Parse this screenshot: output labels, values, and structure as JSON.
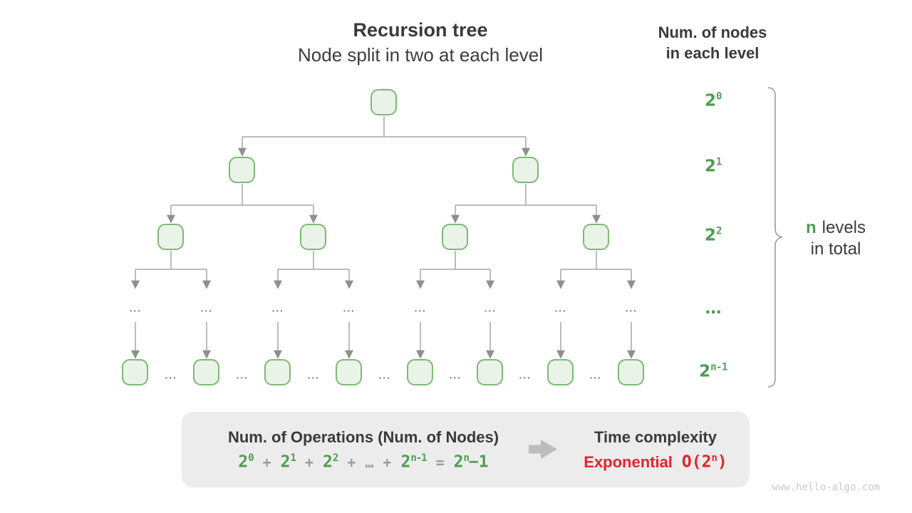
{
  "header": {
    "title": "Recursion tree",
    "subtitle": "Node split in two at each level",
    "right_title_line1": "Num. of nodes",
    "right_title_line2": "in each level"
  },
  "tree": {
    "ellipsis": "..."
  },
  "levels": {
    "labels": [
      "2^{0}",
      "2^{1}",
      "2^{2}",
      "…",
      "2^{n-1}"
    ]
  },
  "brace_label": {
    "highlight": "n",
    "line1_rest": "levels",
    "line2": "in total"
  },
  "summary_box": {
    "operations_title": "Num. of Operations (Num. of Nodes)",
    "formula_parts": [
      {
        "text": "2^{0}",
        "c": "green"
      },
      {
        "text": "+",
        "c": "gray"
      },
      {
        "text": "2^{1}",
        "c": "green"
      },
      {
        "text": "+",
        "c": "gray"
      },
      {
        "text": "2^{2}",
        "c": "green"
      },
      {
        "text": "+",
        "c": "gray"
      },
      {
        "text": "…",
        "c": "gray"
      },
      {
        "text": "+",
        "c": "gray"
      },
      {
        "text": "2^{n-1}",
        "c": "green"
      },
      {
        "text": "=",
        "c": "gray"
      },
      {
        "text": "2^{n}−1",
        "c": "green"
      }
    ],
    "complexity_title": "Time complexity",
    "complexity_name": "Exponential",
    "complexity_big_o": "O(2^{n})"
  },
  "watermark": "www.hello-algo.com",
  "colors": {
    "green_accent": "#4e9d52",
    "red_accent": "#e8212e",
    "node_fill": "#eaf3e7",
    "node_border": "#7cba75",
    "connector_gray": "#a5a5a5",
    "box_background": "#ececec"
  }
}
